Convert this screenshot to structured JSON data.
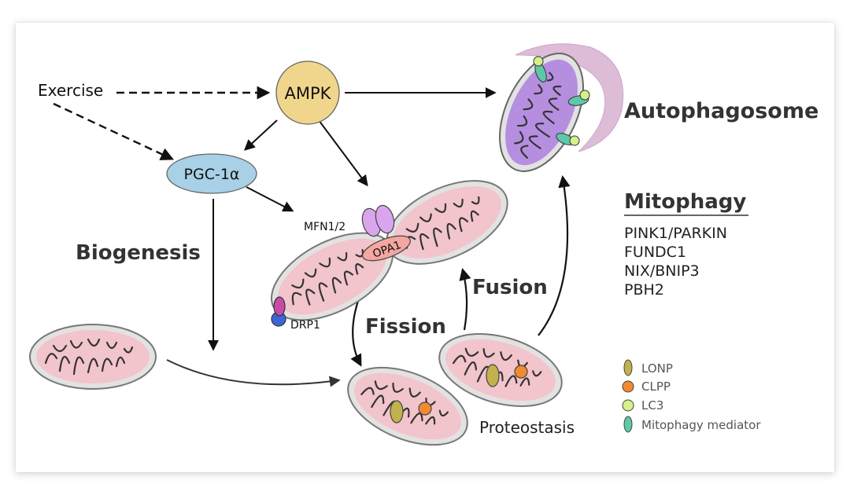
{
  "diagram": {
    "nodes": {
      "exercise": "Exercise",
      "ampk": "AMPK",
      "pgc1a": "PGC-1α",
      "mfn": "MFN1/2",
      "opa1": "OPA1",
      "drp1": "DRP1"
    },
    "process_labels": {
      "biogenesis": "Biogenesis",
      "fission": "Fission",
      "fusion": "Fusion",
      "proteostasis": "Proteostasis",
      "autophagosome": "Autophagosome"
    },
    "mitophagy": {
      "title": "Mitophagy",
      "items": [
        "PINK1/PARKIN",
        "FUNDC1",
        "NIX/BNIP3",
        "PBH2"
      ]
    },
    "legend": [
      {
        "label": "LONP",
        "color": "#c2b24e",
        "shape": "ellipse"
      },
      {
        "label": "CLPP",
        "color": "#f28a30",
        "shape": "circle"
      },
      {
        "label": "LC3",
        "color": "#d6f08a",
        "shape": "circle"
      },
      {
        "label": "Mitophagy mediator",
        "color": "#5ec8a8",
        "shape": "ellipse"
      }
    ],
    "colors": {
      "ampk": "#f0d68c",
      "pgc1a": "#a8d0e6",
      "mito_matrix": "#f2c4cc",
      "mito_membrane": "#e2e2e2",
      "autophagy_mito": "#b68ee0",
      "phagophore": "#ddbcd8",
      "mfn": "#d9a6ee",
      "opa1": "#f4a6a0",
      "drp1_top": "#c84aa8",
      "drp1_bottom": "#3a66d8"
    }
  }
}
